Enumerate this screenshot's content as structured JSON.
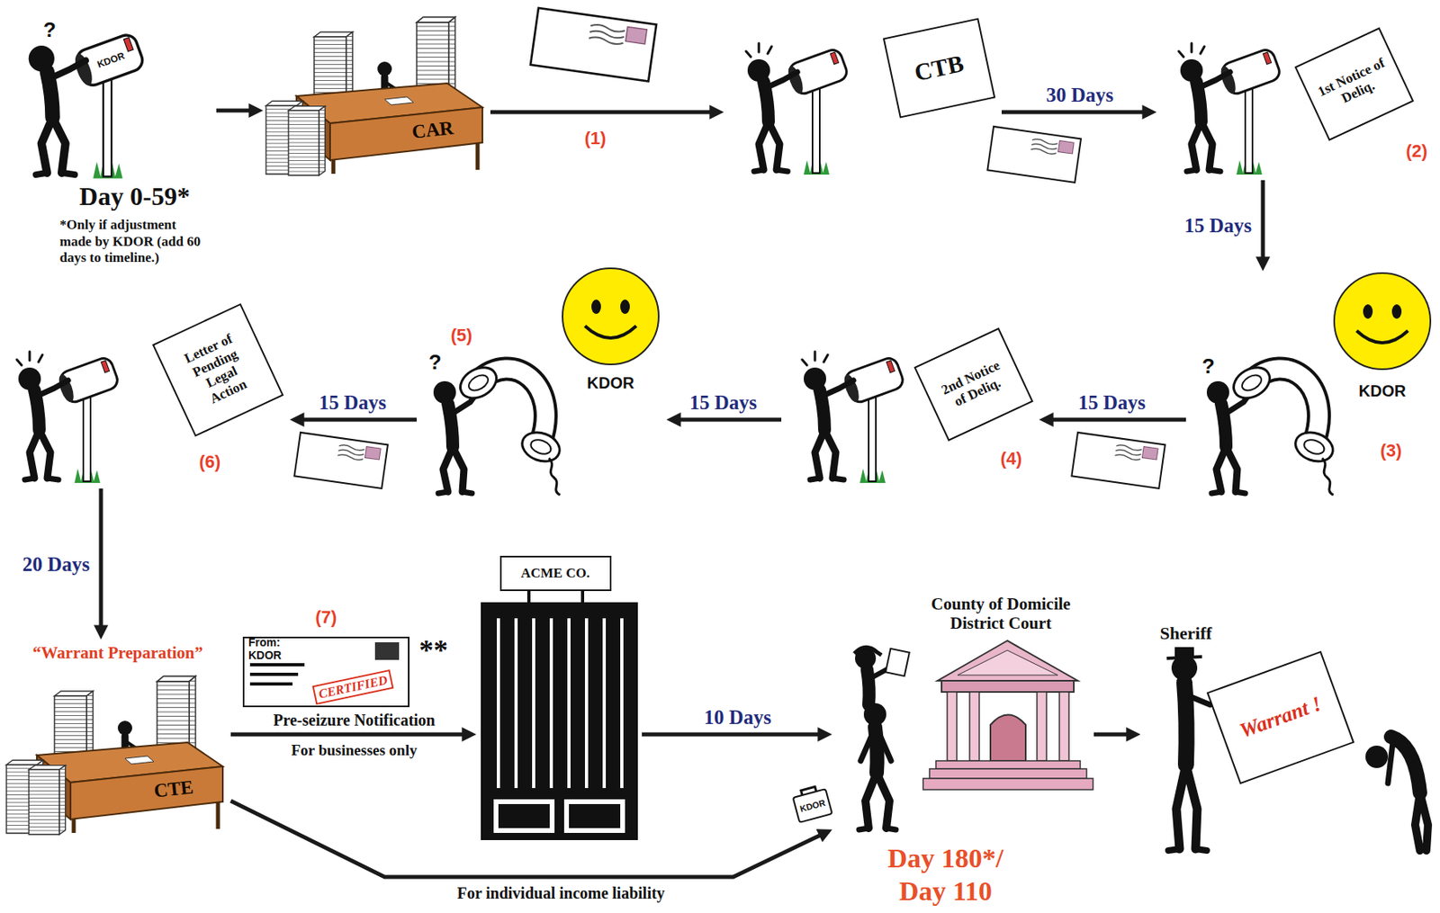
{
  "diagram": {
    "nodes": [
      {
        "text": [
          "KDOR",
          "Day 0-59*",
          "*Only if adjustment made by KDOR (add 60 days to timeline.)"
        ]
      },
      {
        "text": [
          "CAR"
        ]
      },
      {
        "text": [
          "CTB"
        ]
      },
      {
        "text": [
          "1st Notice of Deliq."
        ]
      },
      {
        "text": [
          "KDOR"
        ]
      },
      {
        "text": [
          "2nd Notice of Deliq."
        ]
      },
      {
        "text": [
          "KDOR"
        ]
      },
      {
        "text": [
          "Letter of Pending Legal Action"
        ]
      },
      {
        "text": [
          "“Warrant Preparation”",
          "CTE"
        ]
      },
      {
        "text": [
          "From: KDOR",
          "CERTIFIED"
        ]
      },
      {
        "text": [
          "ACME CO."
        ]
      },
      {
        "text": [
          "County of Domicile District Court"
        ]
      },
      {
        "text": [
          "Sheriff",
          "Warrant !"
        ]
      }
    ],
    "edges": [
      {
        "from": 0,
        "to": 1,
        "arrow": "to"
      },
      {
        "from": 1,
        "to": 2,
        "arrow": "to"
      },
      {
        "from": 2,
        "to": 3,
        "label": "30 Days",
        "arrow": "to"
      },
      {
        "from": 3,
        "to": 4,
        "label": "15 Days",
        "arrow": "to"
      },
      {
        "from": 4,
        "to": 5,
        "label": "15 Days",
        "arrow": "to"
      },
      {
        "from": 5,
        "to": 6,
        "label": "15 Days",
        "arrow": "to"
      },
      {
        "from": 6,
        "to": 7,
        "label": "15 Days",
        "arrow": "to"
      },
      {
        "from": 7,
        "to": 8,
        "label": "20 Days",
        "arrow": "to"
      },
      {
        "from": 8,
        "to": 10,
        "label": "Pre-seizure Notification",
        "arrow": "to"
      },
      {
        "from": 10,
        "to": 11,
        "label": "10 Days",
        "arrow": "to"
      },
      {
        "from": 8,
        "to": 11,
        "label": "For individual income liability",
        "arrow": "to"
      },
      {
        "from": 11,
        "to": 12,
        "arrow": "to"
      }
    ],
    "labels": [
      "?",
      "(1)",
      "(2)",
      "?",
      "(3)",
      "(4)",
      "?",
      "(5)",
      "(6)",
      "(7)",
      "**",
      "For businesses only",
      "KDOR",
      "Day 180*/ Day 110"
    ]
  }
}
